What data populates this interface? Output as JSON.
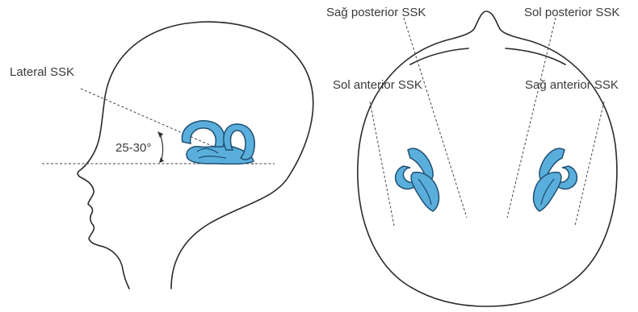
{
  "side_view": {
    "label_lateral": "Lateral SSK",
    "label_angle": "25-30°"
  },
  "top_view": {
    "label_right_posterior": "Sağ posterior SSK",
    "label_left_posterior": "Sol posterior SSK",
    "label_left_anterior": "Sol anterior SSK",
    "label_right_anterior": "Sağ anterior SSK"
  },
  "colors": {
    "canal_fill": "#5aaedb",
    "canal_outline": "#1f4f72",
    "outline": "#2a2a2a"
  }
}
